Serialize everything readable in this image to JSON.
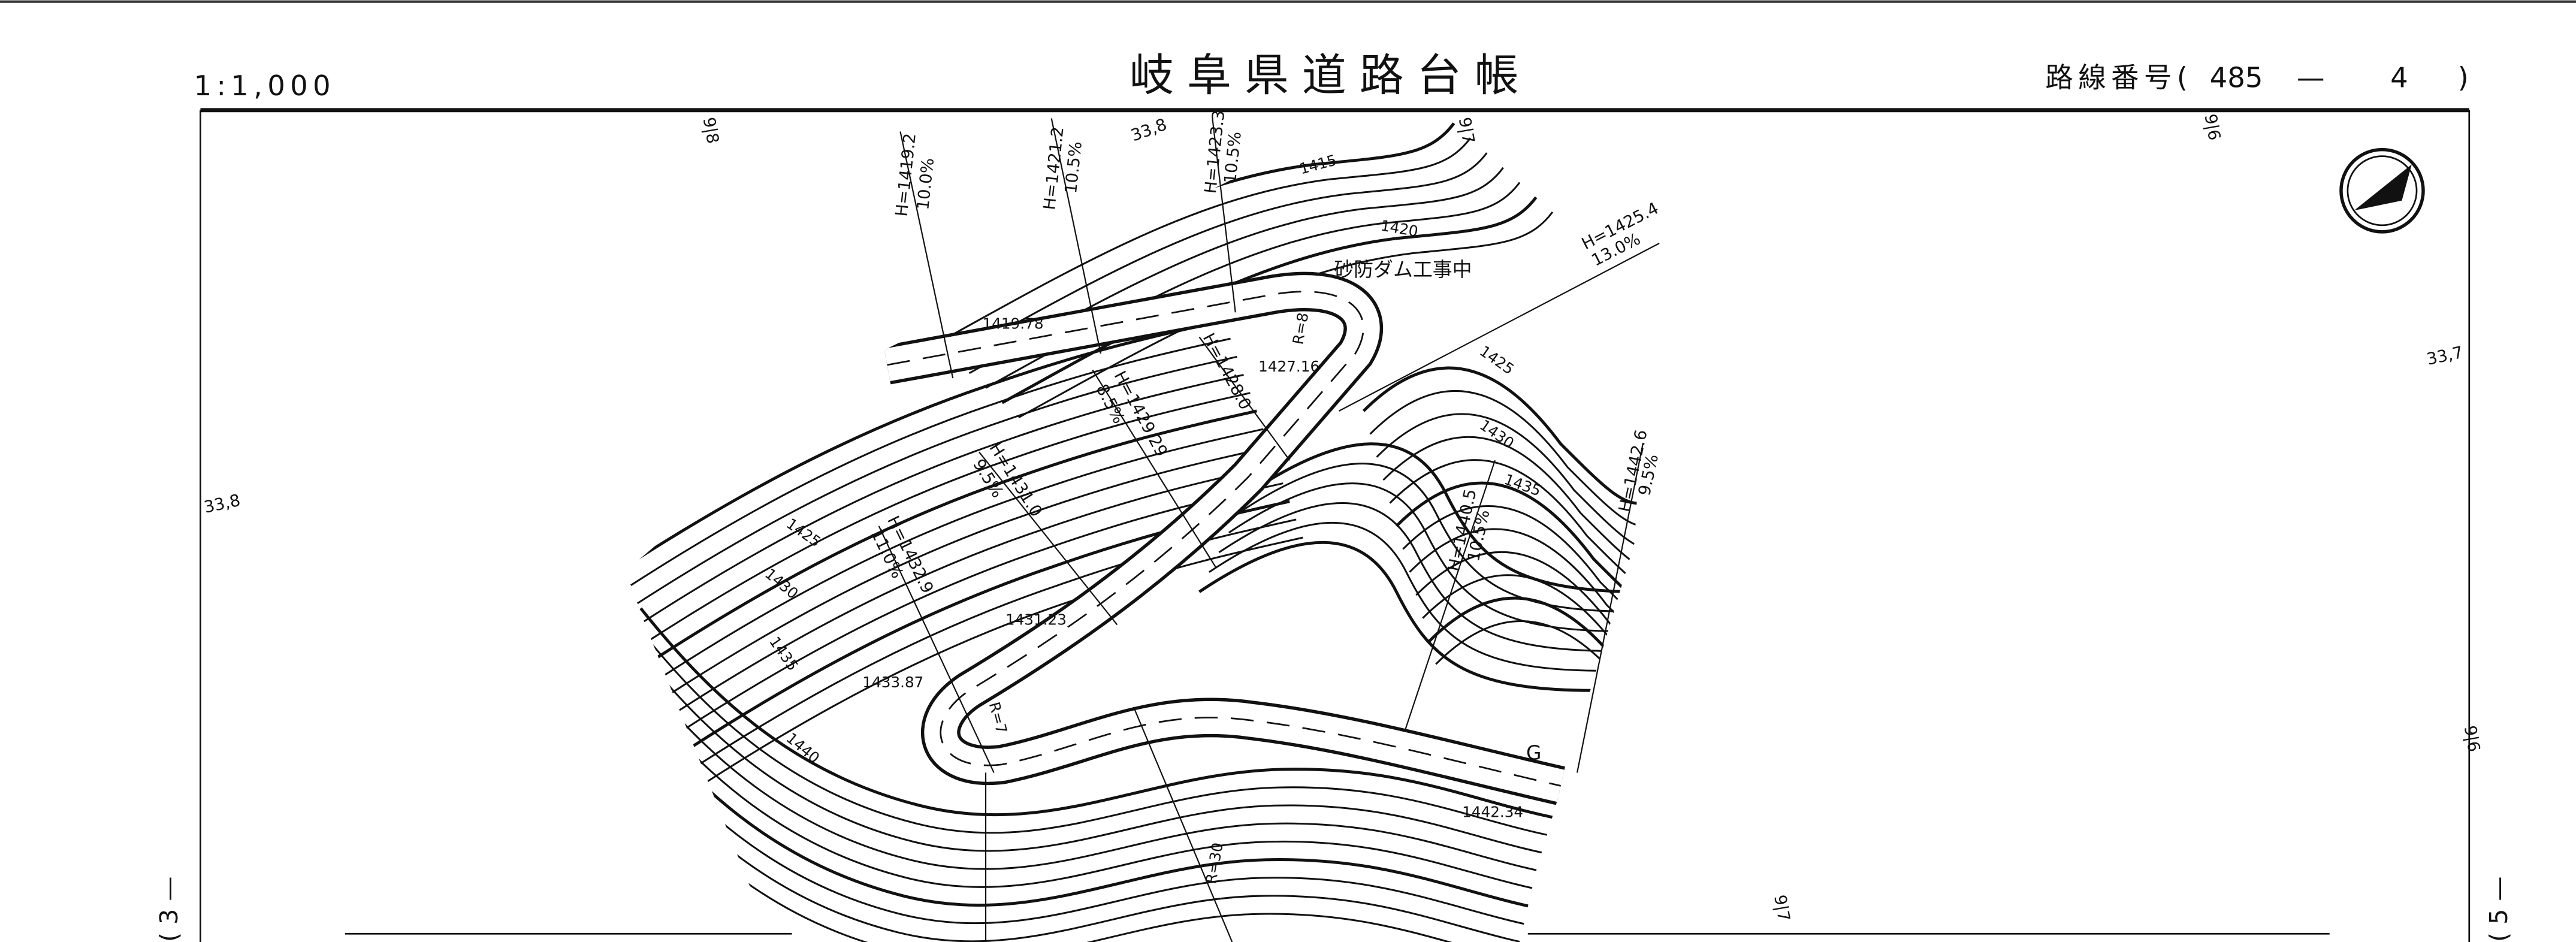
{
  "header": {
    "scale": "1:1,000",
    "title": "岐阜県道路台帳",
    "route_label": "路線番号(",
    "route_number": "485",
    "route_dash": "—",
    "sheet_number": "4",
    "route_close": ")"
  },
  "side_labels": {
    "left": "( 3 —",
    "right": "( 5 —"
  },
  "grid_labels": [
    "33,8",
    "33,8",
    "33,7",
    "9|8",
    "9|7",
    "9|6",
    "9|6",
    "9|7"
  ],
  "stations": [
    {
      "h": "H=1419.2",
      "grade": "10.0%"
    },
    {
      "h": "H=1421.2",
      "grade": "10.5%"
    },
    {
      "h": "H=1423.3",
      "grade": "10.5%"
    },
    {
      "h": "H=1425.4",
      "grade": "13.0%"
    },
    {
      "h": "H=1428.0",
      "grade": ""
    },
    {
      "h": "H=1429.29",
      "grade": "8.5%"
    },
    {
      "h": "H=1431.0",
      "grade": "9.5%"
    },
    {
      "h": "H=1432.9",
      "grade": "11.0%"
    },
    {
      "h": "H=1440.5",
      "grade": "10.5%"
    },
    {
      "h": "H=1442.6",
      "grade": "9.5%"
    }
  ],
  "contour_labels": [
    "1415",
    "1420",
    "1425",
    "1430",
    "1435",
    "1425",
    "1430",
    "1435",
    "1440"
  ],
  "spot_heights": [
    "1419.78",
    "1427.16",
    "1431.23",
    "1433.87",
    "1442.34"
  ],
  "curve_radii": [
    "R=8",
    "R=7",
    "R=30"
  ],
  "annotations": {
    "construction": "砂防ダム工事中",
    "g_mark": "G"
  },
  "north_arrow": "north-arrow"
}
